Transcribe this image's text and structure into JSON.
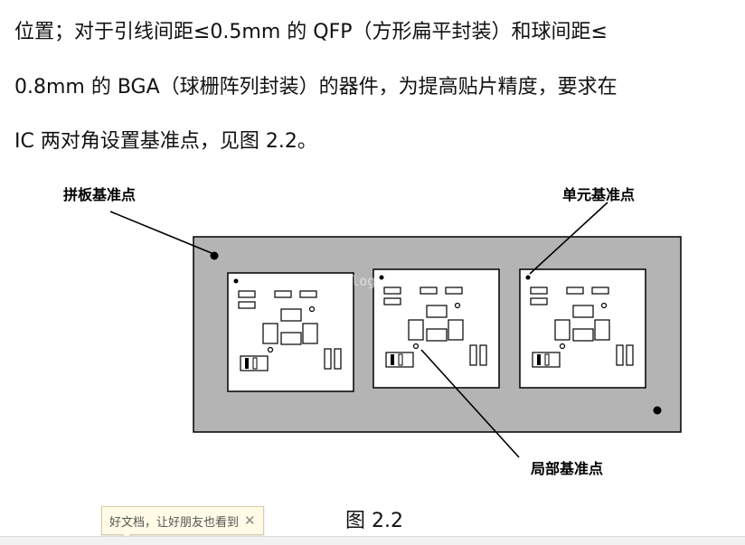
{
  "paragraph": {
    "line1": "位置；对于引线间距≤0.5mm 的 QFP（方形扁平封装）和球间距≤",
    "line2": "0.8mm 的 BGA（球栅阵列封装）的器件，为提高贴片精度，要求在",
    "line3": "IC 两对角设置基准点，见图 2.2。"
  },
  "figure": {
    "callouts": {
      "panel_fiducial": "拼板基准点",
      "unit_fiducial": "单元基准点",
      "local_fiducial": "局部基准点"
    },
    "watermark": "http://blog.csdn.net/",
    "colors": {
      "panel_fill": "#b4b4b4",
      "unit_fill": "#ffffff",
      "stroke": "#000000"
    }
  },
  "caption": "图 2.2",
  "share_tip": {
    "label": "好文档，让好朋友也看到",
    "close": "✕"
  }
}
